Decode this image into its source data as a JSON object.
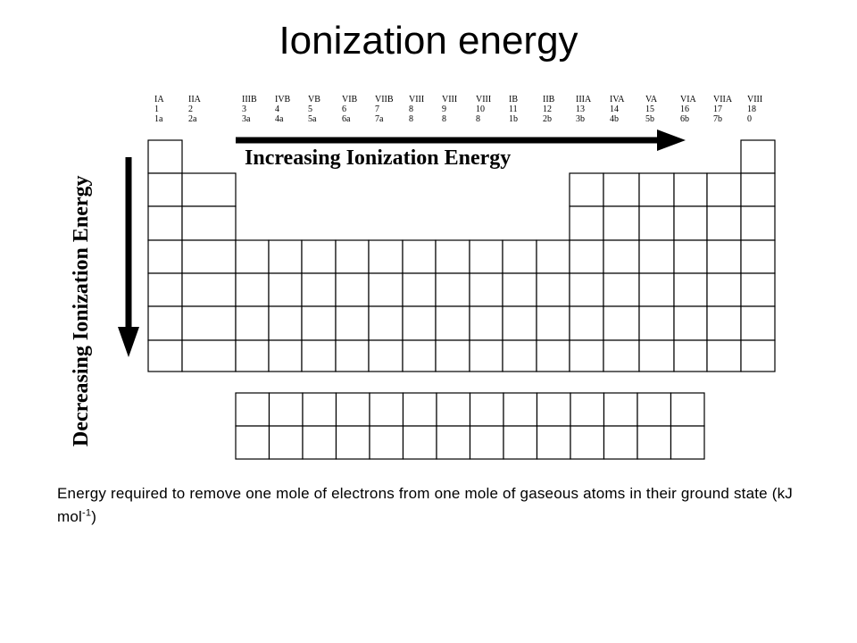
{
  "title": "Ionization energy",
  "diagram": {
    "horizontal_label": "Increasing Ionization Energy",
    "vertical_label": "Decreasing Ionization Energy",
    "groups": [
      {
        "roman": "IA",
        "iupac": "1",
        "cas": "1a"
      },
      {
        "roman": "IIA",
        "iupac": "2",
        "cas": "2a"
      },
      {
        "roman": "IIIB",
        "iupac": "3",
        "cas": "3a"
      },
      {
        "roman": "IVB",
        "iupac": "4",
        "cas": "4a"
      },
      {
        "roman": "VB",
        "iupac": "5",
        "cas": "5a"
      },
      {
        "roman": "VIB",
        "iupac": "6",
        "cas": "6a"
      },
      {
        "roman": "VIIB",
        "iupac": "7",
        "cas": "7a"
      },
      {
        "roman": "VIII",
        "iupac": "8",
        "cas": "8"
      },
      {
        "roman": "VIII",
        "iupac": "9",
        "cas": "8"
      },
      {
        "roman": "VIII",
        "iupac": "10",
        "cas": "8"
      },
      {
        "roman": "IB",
        "iupac": "11",
        "cas": "1b"
      },
      {
        "roman": "IIB",
        "iupac": "12",
        "cas": "2b"
      },
      {
        "roman": "IIIA",
        "iupac": "13",
        "cas": "3b"
      },
      {
        "roman": "IVA",
        "iupac": "14",
        "cas": "4b"
      },
      {
        "roman": "VA",
        "iupac": "15",
        "cas": "5b"
      },
      {
        "roman": "VIA",
        "iupac": "16",
        "cas": "6b"
      },
      {
        "roman": "VIIA",
        "iupac": "17",
        "cas": "7b"
      },
      {
        "roman": "VIII",
        "iupac": "18",
        "cas": "0"
      }
    ]
  },
  "description": {
    "text": "Energy required to remove one mole of electrons from one mole of gaseous atoms in their ground state (kJ mol",
    "superscript": "-1",
    "suffix": ")"
  }
}
